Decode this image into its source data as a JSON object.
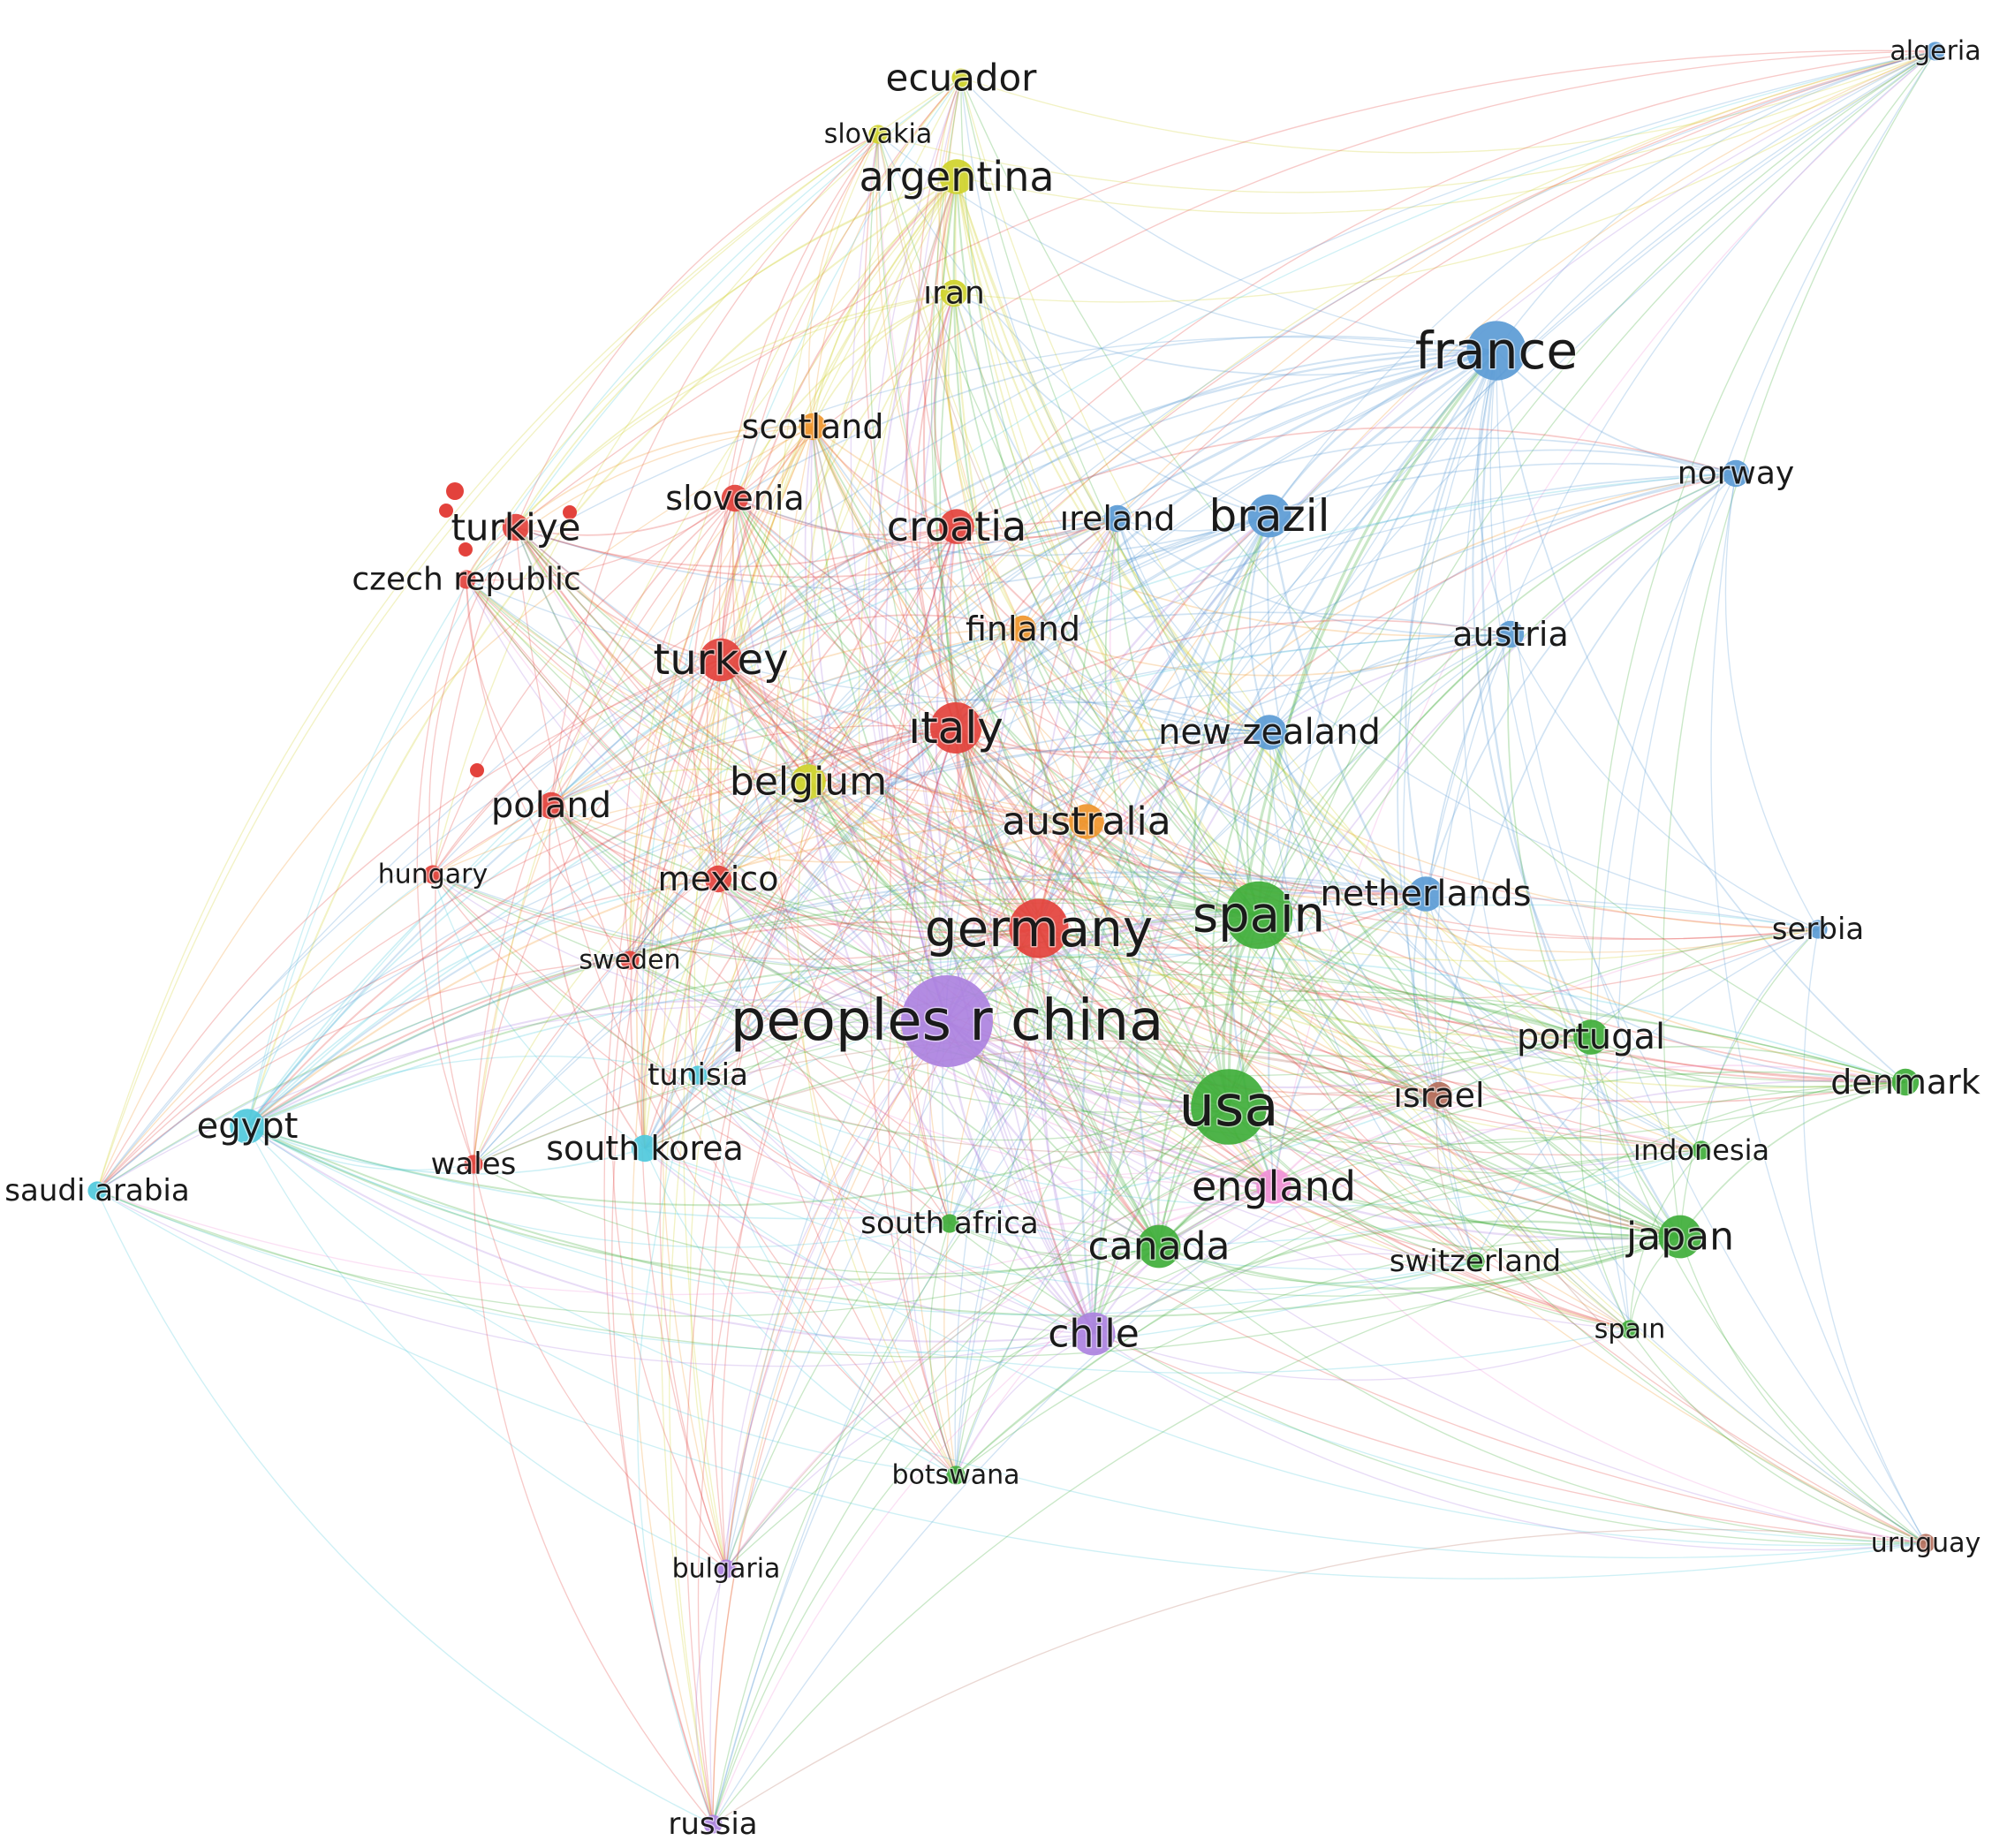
{
  "clusters": {
    "red": "#e3423c",
    "green": "#3fae3a",
    "blue": "#5b9bd5",
    "yellow": "#cfd22a",
    "purple": "#ad82e0",
    "cyan": "#4fc9dc",
    "orange": "#f0962c",
    "brown": "#b56f5c",
    "pink": "#f08fd6"
  },
  "nodes": [
    {
      "id": "ecuador",
      "label": "ecuador",
      "cluster": "yellow",
      "weight": 1
    },
    {
      "id": "slovakia",
      "label": "slovakia",
      "cluster": "yellow",
      "weight": 1
    },
    {
      "id": "argentina",
      "label": "argentina",
      "cluster": "yellow",
      "weight": 3
    },
    {
      "id": "iran",
      "label": "ıran",
      "cluster": "yellow",
      "weight": 2
    },
    {
      "id": "algeria",
      "label": "algeria",
      "cluster": "blue",
      "weight": 1
    },
    {
      "id": "france",
      "label": "france",
      "cluster": "blue",
      "weight": 6
    },
    {
      "id": "norway",
      "label": "norway",
      "cluster": "blue",
      "weight": 2
    },
    {
      "id": "scotland",
      "label": "scotland",
      "cluster": "orange",
      "weight": 2
    },
    {
      "id": "turkiye",
      "label": "turkiye",
      "cluster": "red",
      "weight": 2
    },
    {
      "id": "czech-republic",
      "label": "czech republic",
      "cluster": "red",
      "weight": 1
    },
    {
      "id": "slovenia",
      "label": "slovenia",
      "cluster": "red",
      "weight": 2
    },
    {
      "id": "croatia",
      "label": "croatia",
      "cluster": "red",
      "weight": 3
    },
    {
      "id": "ireland",
      "label": "ıreland",
      "cluster": "blue",
      "weight": 2
    },
    {
      "id": "brazil",
      "label": "brazil",
      "cluster": "blue",
      "weight": 4
    },
    {
      "id": "finland",
      "label": "finland",
      "cluster": "orange",
      "weight": 2
    },
    {
      "id": "austria",
      "label": "austria",
      "cluster": "blue",
      "weight": 2
    },
    {
      "id": "turkey",
      "label": "turkey",
      "cluster": "red",
      "weight": 4
    },
    {
      "id": "italy",
      "label": "ıtaly",
      "cluster": "red",
      "weight": 5
    },
    {
      "id": "new-zealand",
      "label": "new zealand",
      "cluster": "blue",
      "weight": 3
    },
    {
      "id": "belgium",
      "label": "belgium",
      "cluster": "yellow",
      "weight": 3
    },
    {
      "id": "poland",
      "label": "poland",
      "cluster": "red",
      "weight": 2
    },
    {
      "id": "australia",
      "label": "australia",
      "cluster": "orange",
      "weight": 3
    },
    {
      "id": "hungary",
      "label": "hungary",
      "cluster": "red",
      "weight": 1
    },
    {
      "id": "mexico",
      "label": "mexico",
      "cluster": "red",
      "weight": 2
    },
    {
      "id": "germany",
      "label": "germany",
      "cluster": "red",
      "weight": 6
    },
    {
      "id": "spain",
      "label": "spain",
      "cluster": "green",
      "weight": 7
    },
    {
      "id": "netherlands",
      "label": "netherlands",
      "cluster": "blue",
      "weight": 3
    },
    {
      "id": "serbia",
      "label": "serbia",
      "cluster": "blue",
      "weight": 1
    },
    {
      "id": "sweden",
      "label": "sweden",
      "cluster": "red",
      "weight": 1
    },
    {
      "id": "peoples-r-china",
      "label": "peoples r china",
      "cluster": "purple",
      "weight": 10
    },
    {
      "id": "portugal",
      "label": "portugal",
      "cluster": "green",
      "weight": 3
    },
    {
      "id": "tunisia",
      "label": "tunisia",
      "cluster": "cyan",
      "weight": 1
    },
    {
      "id": "denmark",
      "label": "denmark",
      "cluster": "green",
      "weight": 2
    },
    {
      "id": "egypt",
      "label": "egypt",
      "cluster": "cyan",
      "weight": 3
    },
    {
      "id": "usa",
      "label": "usa",
      "cluster": "green",
      "weight": 8
    },
    {
      "id": "israel",
      "label": "ısrael",
      "cluster": "brown",
      "weight": 2
    },
    {
      "id": "saudi-arabia",
      "label": "saudi arabia",
      "cluster": "cyan",
      "weight": 1
    },
    {
      "id": "wales",
      "label": "wales",
      "cluster": "red",
      "weight": 1
    },
    {
      "id": "south-korea",
      "label": "south korea",
      "cluster": "cyan",
      "weight": 2
    },
    {
      "id": "indonesia",
      "label": "ındonesia",
      "cluster": "green",
      "weight": 1
    },
    {
      "id": "england",
      "label": "england",
      "cluster": "pink",
      "weight": 3
    },
    {
      "id": "south-africa",
      "label": "south africa",
      "cluster": "green",
      "weight": 1
    },
    {
      "id": "canada",
      "label": "canada",
      "cluster": "green",
      "weight": 4
    },
    {
      "id": "japan",
      "label": "japan",
      "cluster": "green",
      "weight": 4
    },
    {
      "id": "switzerland",
      "label": "switzerland",
      "cluster": "green",
      "weight": 1
    },
    {
      "id": "chile",
      "label": "chile",
      "cluster": "purple",
      "weight": 4
    },
    {
      "id": "spain-2",
      "label": "spaın",
      "cluster": "green",
      "weight": 1
    },
    {
      "id": "botswana",
      "label": "botswana",
      "cluster": "green",
      "weight": 1
    },
    {
      "id": "bulgaria",
      "label": "bulgaria",
      "cluster": "purple",
      "weight": 1
    },
    {
      "id": "uruguay",
      "label": "uruguay",
      "cluster": "brown",
      "weight": 1
    },
    {
      "id": "russia",
      "label": "russia",
      "cluster": "purple",
      "weight": 1
    }
  ]
}
